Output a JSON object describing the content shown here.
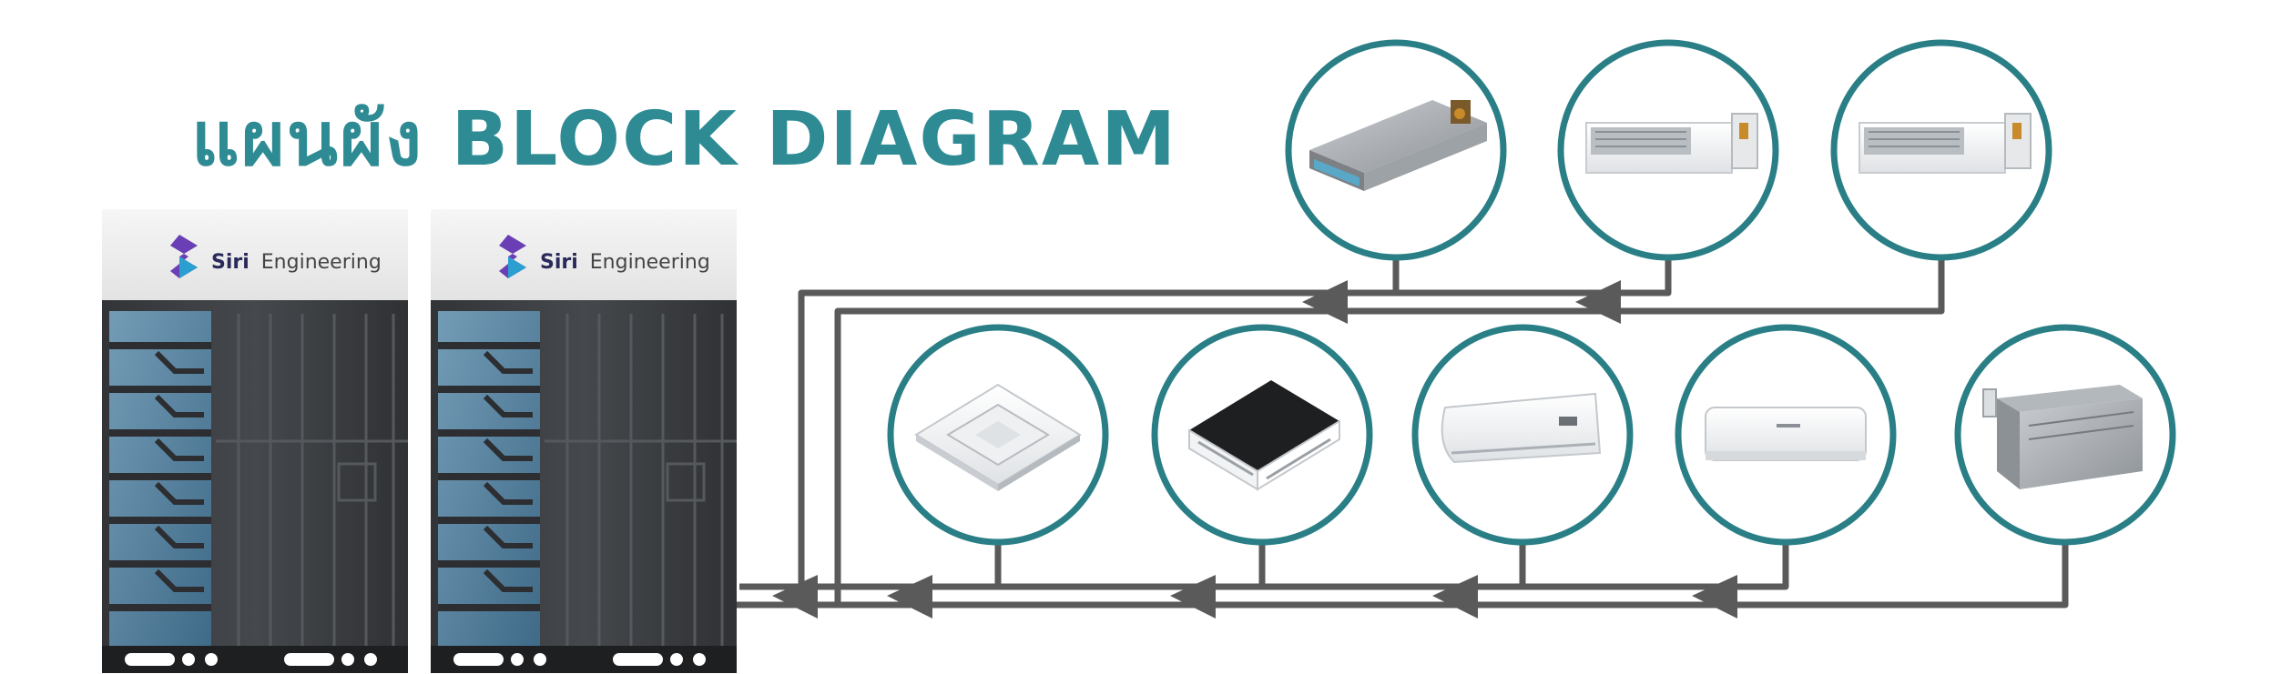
{
  "title": "แผนผัง BLOCK DIAGRAM",
  "outdoor_units": [
    {
      "brand_bold": "Siri",
      "brand_rest": "Engineering"
    },
    {
      "brand_bold": "Siri",
      "brand_rest": "Engineering"
    }
  ],
  "indoor_units_top_row": [
    {
      "icon": "ducted-unit-icon"
    },
    {
      "icon": "ducted-unit-white-icon"
    },
    {
      "icon": "ducted-unit-white-icon"
    }
  ],
  "indoor_units_bottom_row": [
    {
      "icon": "cassette-4way-icon"
    },
    {
      "icon": "cassette-1way-icon"
    },
    {
      "icon": "ceiling-suspended-icon"
    },
    {
      "icon": "wall-mounted-icon"
    },
    {
      "icon": "floor-standing-icon"
    }
  ],
  "colors": {
    "accent": "#2e8b94",
    "circle_ring": "#2a7f86",
    "pipe": "#5a5a5a",
    "outdoor_body": "#3d3f42",
    "outdoor_grille": "#5e8fb0"
  }
}
